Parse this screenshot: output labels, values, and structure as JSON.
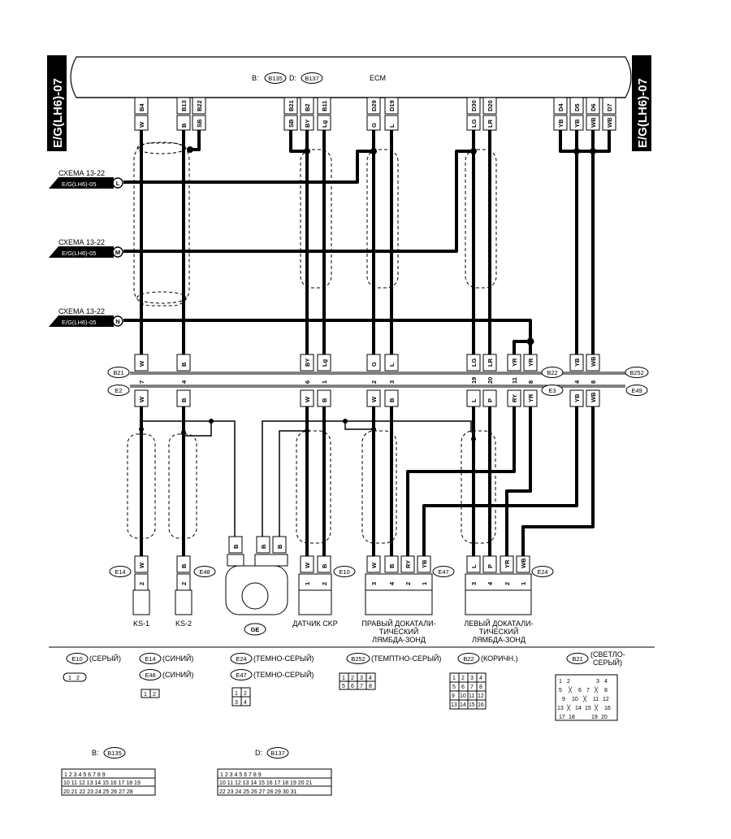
{
  "side_tab": "E/G(LH6)-07",
  "ecm": {
    "title": "ECM",
    "conn_b_prefix": "B:",
    "conn_b": "B135",
    "conn_d_prefix": "D:",
    "conn_d": "B137",
    "pins": [
      "B4",
      "B13",
      "B22",
      "B21",
      "B2",
      "B11",
      "D29",
      "D19",
      "D30",
      "D20",
      "D4",
      "D5",
      "D6",
      "D7"
    ],
    "wires": [
      "W",
      "B",
      "SB",
      "SB",
      "BY",
      "Lg",
      "G",
      "L",
      "LG",
      "LR",
      "YB",
      "YB",
      "WB",
      "WB"
    ]
  },
  "refs": [
    {
      "scheme": "СХЕМА 13-22",
      "page": "E/G(LH6)-05",
      "letter": "L"
    },
    {
      "scheme": "СХЕМА 13-22",
      "page": "E/G(LH6)-05",
      "letter": "M"
    },
    {
      "scheme": "СХЕМА 13-22",
      "page": "E/G(LH6)-05",
      "letter": "N"
    }
  ],
  "mid_connectors": {
    "b21": "B21",
    "e2": "E2",
    "b22": "B22",
    "e3": "E3",
    "b252": "B252",
    "e49": "E49",
    "top_wires": [
      "W",
      "B",
      "BY",
      "Lg",
      "G",
      "L",
      "LG",
      "LR",
      "YR",
      "YR",
      "YB",
      "WB"
    ],
    "pins": [
      "7",
      "4",
      "6",
      "1",
      "2",
      "3",
      "19",
      "20",
      "11",
      "8",
      "4",
      "8"
    ],
    "bottom_wires": [
      "W",
      "B",
      "W",
      "B",
      "W",
      "B",
      "L",
      "P",
      "RY",
      "YR",
      "YB",
      "WB"
    ]
  },
  "components": {
    "e14": "E14",
    "e48": "E48",
    "e10": "E10",
    "e47": "E47",
    "e24": "E24",
    "ge": "GE",
    "ks1_wire": "W",
    "ks1_pin": "2",
    "ks1": "KS-1",
    "ks2_wire": "B",
    "ks2_pin": "2",
    "ks2": "KS-2",
    "ge_wires": [
      "B",
      "B",
      "B"
    ],
    "ckp_wires": [
      "W",
      "B"
    ],
    "ckp_pins": [
      "1",
      "2"
    ],
    "ckp": "ДАТЧИК CKP",
    "right_o2_wires": [
      "W",
      "B",
      "RY",
      "YB"
    ],
    "right_o2_pins": [
      "3",
      "4",
      "2",
      "1"
    ],
    "right_o2": [
      "ПРАВЫЙ ДОКАТАЛИ-",
      "ТИЧЕСКИЙ",
      "ЛЯМБДА-ЗОНД"
    ],
    "left_o2_wires": [
      "L",
      "P",
      "YR",
      "WB"
    ],
    "left_o2_pins": [
      "3",
      "4",
      "2",
      "1"
    ],
    "left_o2": [
      "ЛЕВЫЙ ДОКАТАЛИ-",
      "ТИЧЕСКИЙ",
      "ЛЯМБДА-ЗОНД"
    ]
  },
  "legend": {
    "e10": "E10",
    "e10_color": "(СЕРЫЙ)",
    "e14": "E14",
    "e14_color": "(СИНИЙ)",
    "e48": "E48",
    "e48_color": "(СИНИЙ)",
    "e24": "E24",
    "e24_color": "(ТЕМНО-СЕРЫЙ)",
    "e47": "E47",
    "e47_color": "(ТЕМНО-СЕРЫЙ)",
    "b252": "B252",
    "b252_color": "(ТЕМПТНО-СЕРЫЙ)",
    "b22": "B22",
    "b22_color": "(КОРИЧН.)",
    "b21": "B21",
    "b21_color_1": "(СВЕТЛО-",
    "b21_color_2": "СЕРЫЙ)",
    "b135_prefix": "B:",
    "b135": "B135",
    "b137_prefix": "D:",
    "b137": "B137"
  }
}
